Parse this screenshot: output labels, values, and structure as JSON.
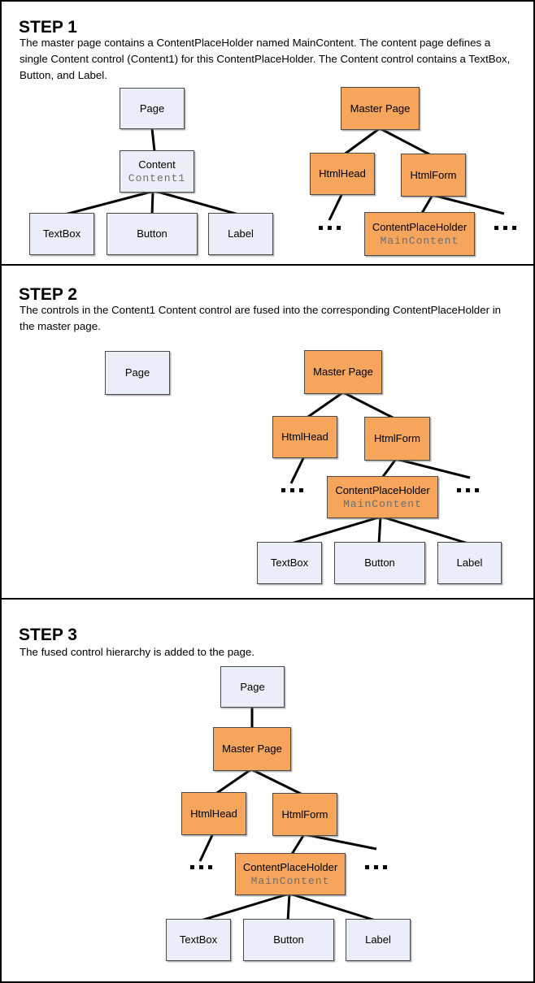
{
  "colors": {
    "master_page_fill": "#F5A55C",
    "content_page_fill": "#E9EEF8",
    "connector_line": "#000000",
    "code_label_text": "#6E6E6E",
    "panel_border": "#000000"
  },
  "icons": {
    "ellipsis": "..."
  },
  "steps": [
    {
      "heading": "STEP 1",
      "description": "The master page contains a ContentPlaceHolder named MainContent. The content page defines a single Content control (Content1) for this ContentPlaceHolder. The Content control contains a TextBox, Button, and Label.",
      "nodes": {
        "page": "Page",
        "content": "Content",
        "content_id": "Content1",
        "textbox": "TextBox",
        "button": "Button",
        "label": "Label",
        "master": "Master Page",
        "htmlhead": "HtmlHead",
        "htmlform": "HtmlForm",
        "contentplaceholder": "ContentPlaceHolder",
        "contentplaceholder_id": "MainContent"
      }
    },
    {
      "heading": "STEP 2",
      "description": "The controls in the Content1 Content control are fused into the corresponding ContentPlaceHolder in the master page.",
      "nodes": {
        "page": "Page",
        "master": "Master Page",
        "htmlhead": "HtmlHead",
        "htmlform": "HtmlForm",
        "contentplaceholder": "ContentPlaceHolder",
        "contentplaceholder_id": "MainContent",
        "textbox": "TextBox",
        "button": "Button",
        "label": "Label"
      }
    },
    {
      "heading": "STEP 3",
      "description": "The fused control hierarchy is added to the page.",
      "nodes": {
        "page": "Page",
        "master": "Master Page",
        "htmlhead": "HtmlHead",
        "htmlform": "HtmlForm",
        "contentplaceholder": "ContentPlaceHolder",
        "contentplaceholder_id": "MainContent",
        "textbox": "TextBox",
        "button": "Button",
        "label": "Label"
      }
    }
  ]
}
